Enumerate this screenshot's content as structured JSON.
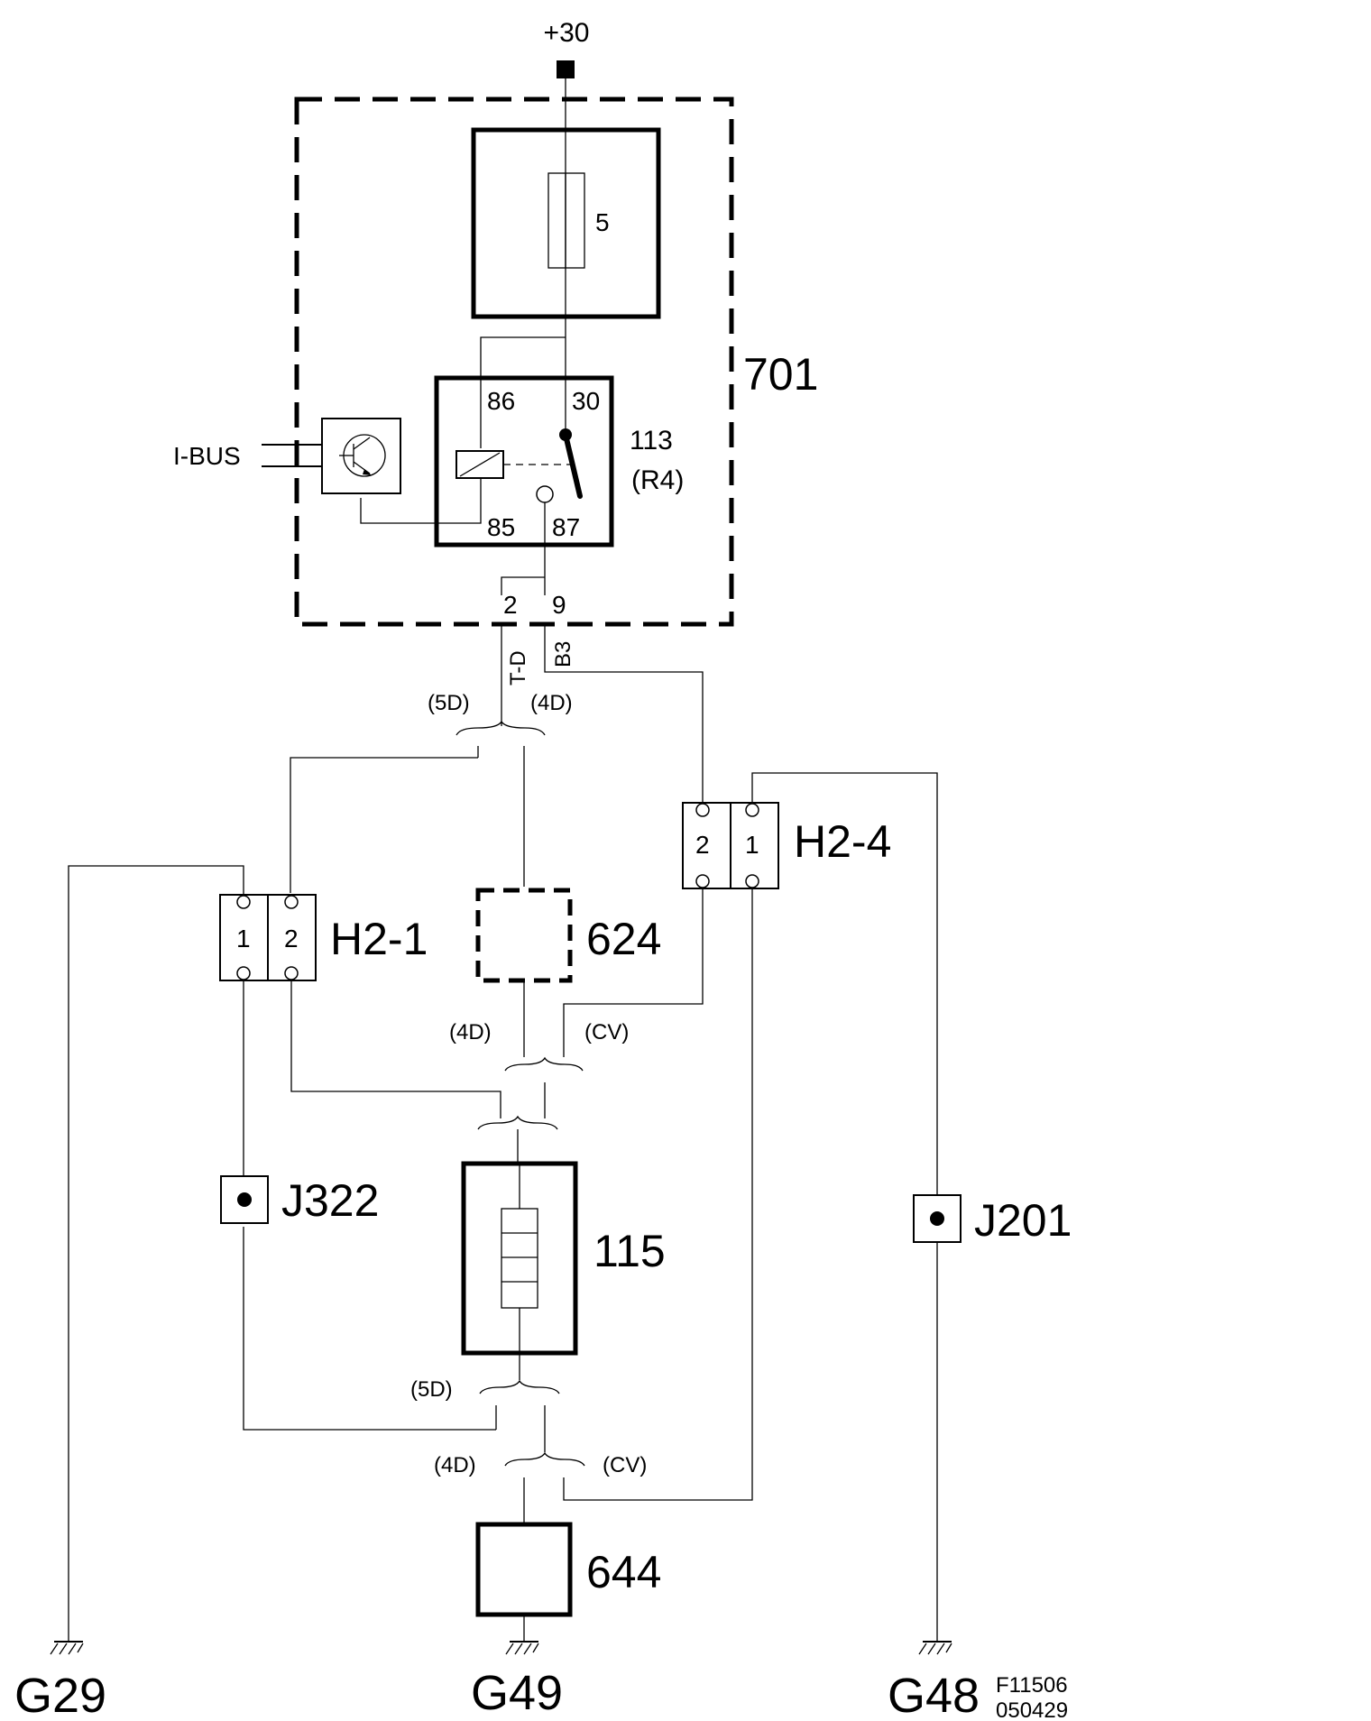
{
  "supply": {
    "label": "+30"
  },
  "module_701": {
    "label": "701"
  },
  "fuse": {
    "label": "5"
  },
  "relay": {
    "ref": "113",
    "sub": "(R4)",
    "pins": {
      "p86": "86",
      "p30": "30",
      "p85": "85",
      "p87": "87"
    }
  },
  "ibus": {
    "label": "I-BUS"
  },
  "pins_701": {
    "p2": "2",
    "p9": "9"
  },
  "wire_codes": {
    "left": "T-D",
    "right": "B3"
  },
  "variant_labels": {
    "top_5d": "(5D)",
    "top_4d": "(4D)",
    "mid_4d": "(4D)",
    "mid_cv": "(CV)",
    "low_5d": "(5D)",
    "bot_4d": "(4D)",
    "bot_cv": "(CV)"
  },
  "connectors": {
    "h2_1": {
      "label": "H2-1",
      "pin_a": "1",
      "pin_b": "2"
    },
    "h2_4": {
      "label": "H2-4",
      "pin_a": "2",
      "pin_b": "1"
    }
  },
  "components": {
    "c624": "624",
    "c115": "115",
    "c644": "644",
    "j322": "J322",
    "j201": "J201"
  },
  "grounds": {
    "g29": "G29",
    "g49": "G49",
    "g48": "G48"
  },
  "figure": {
    "code": "F11506",
    "date": "050429"
  }
}
